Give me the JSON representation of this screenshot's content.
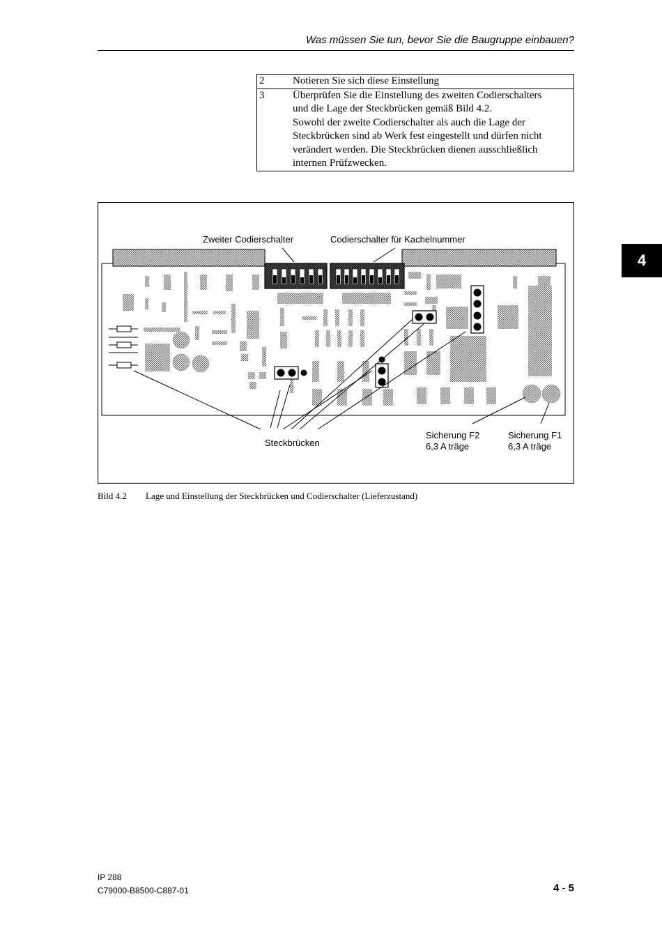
{
  "header": {
    "title": "Was müssen Sie tun, bevor Sie die Baugruppe einbauen?"
  },
  "chapter_tab": "4",
  "steps": [
    {
      "num": "2",
      "lines": [
        "Notieren Sie sich diese Einstellung"
      ]
    },
    {
      "num": "3",
      "lines": [
        "Überprüfen Sie die Einstellung des zweiten Codierschalters",
        "und die Lage der Steckbrücken gemäß Bild 4.2.",
        "Sowohl der zweite Codierschalter als auch die Lage der",
        "Steckbrücken sind ab Werk fest eingestellt und dürfen nicht",
        "verändert werden. Die Steckbrücken dienen ausschließlich",
        "internen Prüfzwecken."
      ]
    }
  ],
  "figure": {
    "label_second_switch": "Zweiter Codierschalter",
    "label_tile_switch": "Codierschalter für Kachelnummer",
    "label_jumpers": "Steckbrücken",
    "fuse_f2": {
      "name": "Sicherung F2",
      "rating": "6,3 A träge"
    },
    "fuse_f1": {
      "name": "Sicherung F1",
      "rating": "6,3 A träge"
    }
  },
  "caption": {
    "number": "Bild 4.2",
    "text": "Lage und Einstellung der Steckbrücken und Codierschalter (Lieferzustand)"
  },
  "footer": {
    "product": "IP 288",
    "order_number": "C79000-B8500-C887-01",
    "page": "4 - 5"
  }
}
